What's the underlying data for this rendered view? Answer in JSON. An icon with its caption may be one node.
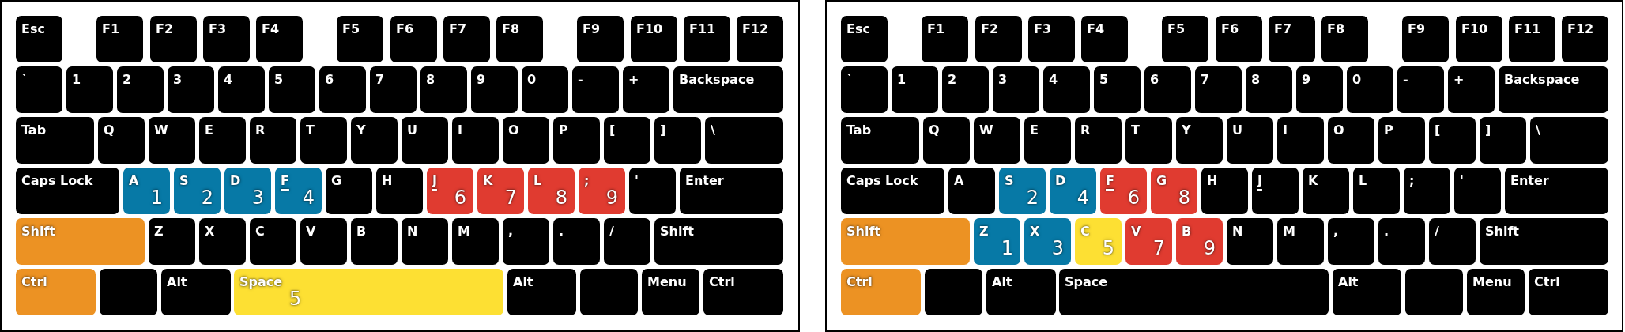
{
  "diagram": {
    "nodes": [
      {
        "text": [],
        "shape": "box"
      },
      {
        "text": [
          "Esc"
        ],
        "in": 0
      },
      {
        "text": [
          "F1"
        ],
        "in": 0
      },
      {
        "text": [
          "F2"
        ],
        "in": 0
      },
      {
        "text": [
          "F3"
        ],
        "in": 0
      },
      {
        "text": [
          "F4"
        ],
        "in": 0
      },
      {
        "text": [
          "F5"
        ],
        "in": 0
      },
      {
        "text": [
          "F6"
        ],
        "in": 0
      },
      {
        "text": [
          "F7"
        ],
        "in": 0
      },
      {
        "text": [
          "F8"
        ],
        "in": 0
      },
      {
        "text": [
          "F9"
        ],
        "in": 0
      },
      {
        "text": [
          "F10"
        ],
        "in": 0
      },
      {
        "text": [
          "F11"
        ],
        "in": 0
      },
      {
        "text": [
          "F12"
        ],
        "in": 0
      },
      {
        "text": [
          "`"
        ],
        "in": 0
      },
      {
        "text": [
          "1"
        ],
        "in": 0
      },
      {
        "text": [
          "2"
        ],
        "in": 0
      },
      {
        "text": [
          "3"
        ],
        "in": 0
      },
      {
        "text": [
          "4"
        ],
        "in": 0
      },
      {
        "text": [
          "5"
        ],
        "in": 0
      },
      {
        "text": [
          "6"
        ],
        "in": 0
      },
      {
        "text": [
          "7"
        ],
        "in": 0
      },
      {
        "text": [
          "8"
        ],
        "in": 0
      },
      {
        "text": [
          "9"
        ],
        "in": 0
      },
      {
        "text": [
          "0"
        ],
        "in": 0
      },
      {
        "text": [
          "-"
        ],
        "in": 0
      },
      {
        "text": [
          "+"
        ],
        "in": 0
      },
      {
        "text": [
          "Backspace"
        ],
        "in": 0
      },
      {
        "text": [
          "Tab"
        ],
        "in": 0
      },
      {
        "text": [
          "Q"
        ],
        "in": 0
      },
      {
        "text": [
          "W"
        ],
        "in": 0
      },
      {
        "text": [
          "E"
        ],
        "in": 0
      },
      {
        "text": [
          "R"
        ],
        "in": 0
      },
      {
        "text": [
          "T"
        ],
        "in": 0
      },
      {
        "text": [
          "Y"
        ],
        "in": 0
      },
      {
        "text": [
          "U"
        ],
        "in": 0
      },
      {
        "text": [
          "I"
        ],
        "in": 0
      },
      {
        "text": [
          "O"
        ],
        "in": 0
      },
      {
        "text": [
          "P"
        ],
        "in": 0
      },
      {
        "text": [
          "["
        ],
        "in": 0
      },
      {
        "text": [
          "]"
        ],
        "in": 0
      },
      {
        "text": [
          "\\"
        ],
        "in": 0
      },
      {
        "text": [
          "Caps Lock"
        ],
        "in": 0
      },
      {
        "text": [
          "A",
          "1"
        ],
        "in": 0
      },
      {
        "text": [
          "S",
          "2"
        ],
        "in": 0
      },
      {
        "text": [
          "D",
          "3"
        ],
        "in": 0
      },
      {
        "text": [
          "F",
          "4"
        ],
        "in": 0
      },
      {
        "text": [
          "G"
        ],
        "in": 0
      },
      {
        "text": [
          "H"
        ],
        "in": 0
      },
      {
        "text": [
          "J",
          "6"
        ],
        "in": 0
      },
      {
        "text": [
          "K",
          "7"
        ],
        "in": 0
      },
      {
        "text": [
          "L",
          "8"
        ],
        "in": 0
      },
      {
        "text": [
          ";",
          "9"
        ],
        "in": 0
      },
      {
        "text": [
          "'"
        ],
        "in": 0
      },
      {
        "text": [
          "Enter"
        ],
        "in": 0
      },
      {
        "text": [
          "Shift"
        ],
        "in": 0
      },
      {
        "text": [
          "Z"
        ],
        "in": 0
      },
      {
        "text": [
          "X"
        ],
        "in": 0
      },
      {
        "text": [
          "C"
        ],
        "in": 0
      },
      {
        "text": [
          "V"
        ],
        "in": 0
      },
      {
        "text": [
          "B"
        ],
        "in": 0
      },
      {
        "text": [
          "N"
        ],
        "in": 0
      },
      {
        "text": [
          "M"
        ],
        "in": 0
      },
      {
        "text": [
          ","
        ],
        "in": 0
      },
      {
        "text": [
          "."
        ],
        "in": 0
      },
      {
        "text": [
          "/"
        ],
        "in": 0
      },
      {
        "text": [
          "Shift"
        ],
        "in": 0
      },
      {
        "text": [
          "Ctrl"
        ],
        "in": 0
      },
      {
        "text": [],
        "shape": "box",
        "in": 0
      },
      {
        "text": [
          "Alt"
        ],
        "in": 0
      },
      {
        "text": [
          "Space",
          "5"
        ],
        "in": 0
      },
      {
        "text": [
          "Alt"
        ],
        "in": 0
      },
      {
        "text": [],
        "shape": "box",
        "in": 0
      },
      {
        "text": [
          "Menu"
        ],
        "in": 0
      },
      {
        "text": [
          "Ctrl"
        ],
        "in": 0
      },
      {
        "text": [],
        "shape": "box"
      },
      {
        "text": [
          "Esc"
        ],
        "in": 75
      },
      {
        "text": [
          "F1"
        ],
        "in": 75
      },
      {
        "text": [
          "F2"
        ],
        "in": 75
      },
      {
        "text": [
          "F3"
        ],
        "in": 75
      },
      {
        "text": [
          "F4"
        ],
        "in": 75
      },
      {
        "text": [
          "F5"
        ],
        "in": 75
      },
      {
        "text": [
          "F6"
        ],
        "in": 75
      },
      {
        "text": [
          "F7"
        ],
        "in": 75
      },
      {
        "text": [
          "F8"
        ],
        "in": 75
      },
      {
        "text": [
          "F9"
        ],
        "in": 75
      },
      {
        "text": [
          "F10"
        ],
        "in": 75
      },
      {
        "text": [
          "F11"
        ],
        "in": 75
      },
      {
        "text": [
          "F12"
        ],
        "in": 75
      },
      {
        "text": [
          "`"
        ],
        "in": 75
      },
      {
        "text": [
          "1"
        ],
        "in": 75
      },
      {
        "text": [
          "2"
        ],
        "in": 75
      },
      {
        "text": [
          "3"
        ],
        "in": 75
      },
      {
        "text": [
          "4"
        ],
        "in": 75
      },
      {
        "text": [
          "5"
        ],
        "in": 75
      },
      {
        "text": [
          "6"
        ],
        "in": 75
      },
      {
        "text": [
          "7"
        ],
        "in": 75
      },
      {
        "text": [
          "8"
        ],
        "in": 75
      },
      {
        "text": [
          "9"
        ],
        "in": 75
      },
      {
        "text": [
          "0"
        ],
        "in": 75
      },
      {
        "text": [
          "-"
        ],
        "in": 75
      },
      {
        "text": [
          "+"
        ],
        "in": 75
      },
      {
        "text": [
          "Backspace"
        ],
        "in": 75
      },
      {
        "text": [
          "Tab"
        ],
        "in": 75
      },
      {
        "text": [
          "Q"
        ],
        "in": 75
      },
      {
        "text": [
          "W"
        ],
        "in": 75
      },
      {
        "text": [
          "E"
        ],
        "in": 75
      },
      {
        "text": [
          "R"
        ],
        "in": 75
      },
      {
        "text": [
          "T"
        ],
        "in": 75
      },
      {
        "text": [
          "Y"
        ],
        "in": 75
      },
      {
        "text": [
          "U"
        ],
        "in": 75
      },
      {
        "text": [
          "I"
        ],
        "in": 75
      },
      {
        "text": [
          "O"
        ],
        "in": 75
      },
      {
        "text": [
          "P"
        ],
        "in": 75
      },
      {
        "text": [
          "["
        ],
        "in": 75
      },
      {
        "text": [
          "]"
        ],
        "in": 75
      },
      {
        "text": [
          "\\"
        ],
        "in": 75
      },
      {
        "text": [
          "Caps Lock"
        ],
        "in": 75
      },
      {
        "text": [
          "A"
        ],
        "in": 75
      },
      {
        "text": [
          "S",
          "2"
        ],
        "in": 75
      },
      {
        "text": [
          "D",
          "4"
        ],
        "in": 75
      },
      {
        "text": [
          "F",
          "6"
        ],
        "in": 75
      },
      {
        "text": [
          "G",
          "8"
        ],
        "in": 75
      },
      {
        "text": [
          "H"
        ],
        "in": 75
      },
      {
        "text": [
          "J"
        ],
        "in": 75
      },
      {
        "text": [
          "K"
        ],
        "in": 75
      },
      {
        "text": [
          "L"
        ],
        "in": 75
      },
      {
        "text": [
          ";"
        ],
        "in": 75
      },
      {
        "text": [
          "'"
        ],
        "in": 75
      },
      {
        "text": [
          "Enter"
        ],
        "in": 75
      },
      {
        "text": [
          "Shift"
        ],
        "in": 75
      },
      {
        "text": [
          "Z",
          "1"
        ],
        "in": 75
      },
      {
        "text": [
          "X",
          "3"
        ],
        "in": 75
      },
      {
        "text": [
          "C",
          "5"
        ],
        "in": 75
      },
      {
        "text": [
          "V",
          "7"
        ],
        "in": 75
      },
      {
        "text": [
          "B",
          "9"
        ],
        "in": 75
      },
      {
        "text": [
          "N"
        ],
        "in": 75
      },
      {
        "text": [
          "M"
        ],
        "in": 75
      },
      {
        "text": [
          ","
        ],
        "in": 75
      },
      {
        "text": [
          "."
        ],
        "in": 75
      },
      {
        "text": [
          "/"
        ],
        "in": 75
      },
      {
        "text": [
          "Shift"
        ],
        "in": 75
      },
      {
        "text": [
          "Ctrl"
        ],
        "in": 75
      },
      {
        "text": [],
        "shape": "box",
        "in": 75
      },
      {
        "text": [
          "Alt"
        ],
        "in": 75
      },
      {
        "text": [
          "Space"
        ],
        "in": 75
      },
      {
        "text": [
          "Alt"
        ],
        "in": 75
      },
      {
        "text": [],
        "shape": "box",
        "in": 75
      },
      {
        "text": [
          "Menu"
        ],
        "in": 75
      },
      {
        "text": [
          "Ctrl"
        ],
        "in": 75
      }
    ]
  }
}
